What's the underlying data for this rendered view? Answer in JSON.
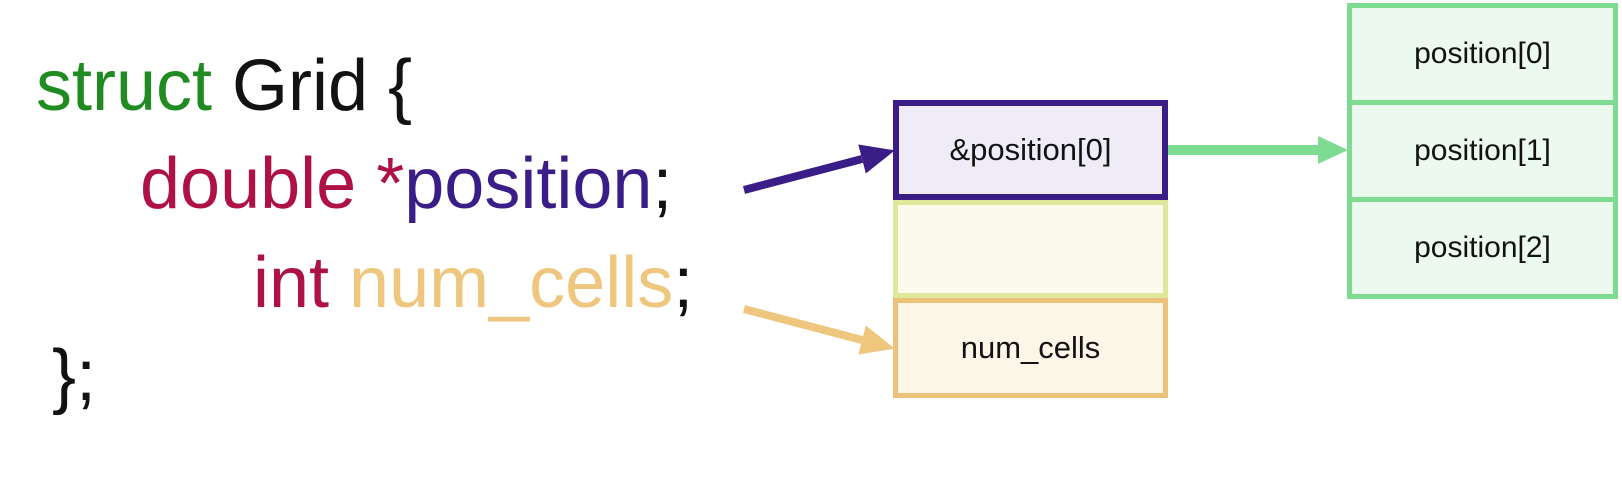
{
  "colors": {
    "keyword_green": "#208b20",
    "type_crimson": "#ad1147",
    "pointer_purple": "#3b1d87",
    "field_tan": "#efc67d",
    "code_black": "#121212",
    "pointer_box_border": "#3b1d87",
    "pointer_box_fill": "#efecf7",
    "padding_box_border": "#dde89a",
    "padding_box_fill": "#fafbec",
    "numcells_box_border": "#ecc27a",
    "numcells_box_fill": "#fcf6e8",
    "array_box_border": "#7edc92",
    "array_box_fill": "#ebf9ee",
    "array_arrow_green": "#7edc92",
    "numcells_arrow_tan": "#efc67d"
  },
  "code": {
    "line1": {
      "keyword": "struct",
      "rest": " Grid {"
    },
    "line2": {
      "type": "double ",
      "star": "*",
      "name": "position",
      "semi": ";"
    },
    "line3": {
      "type": "int ",
      "name": "num_cells",
      "semi": ";"
    },
    "line4": {
      "text": "};"
    }
  },
  "memory": {
    "pointer_cell": "&position[0]",
    "padding_cell": "",
    "numcells_cell": "num_cells"
  },
  "array": {
    "cells": [
      "position[0]",
      "position[1]",
      "position[2]"
    ]
  }
}
